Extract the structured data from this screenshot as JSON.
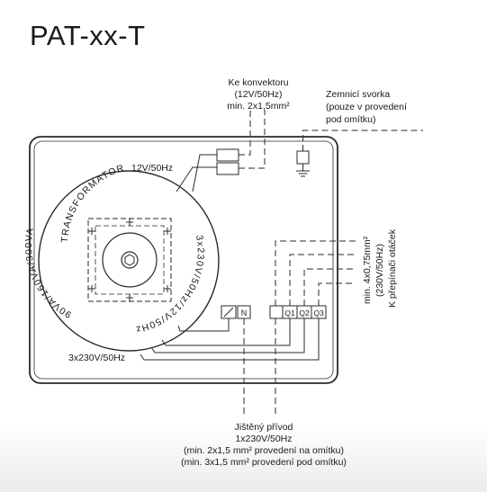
{
  "title": "PAT-xx-T",
  "convector_label": {
    "line1": "Ke konvektoru",
    "line2": "(12V/50Hz)",
    "line3": "min. 2x1,5mm²"
  },
  "ground_label": {
    "line1": "Zemnicí svorka",
    "line2": "(pouze v provedení",
    "line3": "pod omítku)"
  },
  "transformer": {
    "top_text": "TRANSFORMATOR",
    "right_text": "3x230V/50Hz/12V/50Hz",
    "left_text": "90VA/160VA/300VA"
  },
  "secondary_label": "12V/50Hz",
  "primary_label": "3x230V/50Hz",
  "terminal_n": "N",
  "terminals_q": [
    "Q1",
    "Q2",
    "Q3"
  ],
  "speed_label": {
    "line1": "min. 4x0,75mm²",
    "line2": "(230V/50Hz)",
    "line3": "K přepínači otáček"
  },
  "supply_label": {
    "line1": "Jištěný přívod",
    "line2": "1x230V/50Hz",
    "line3": "(min. 2x1,5 mm² provedení na omítku)",
    "line4": "(min. 3x1,5 mm² provedení pod omítku)"
  },
  "colors": {
    "line": "#2a2a2a",
    "text": "#1a1a1a",
    "box_fill": "#ffffff"
  }
}
